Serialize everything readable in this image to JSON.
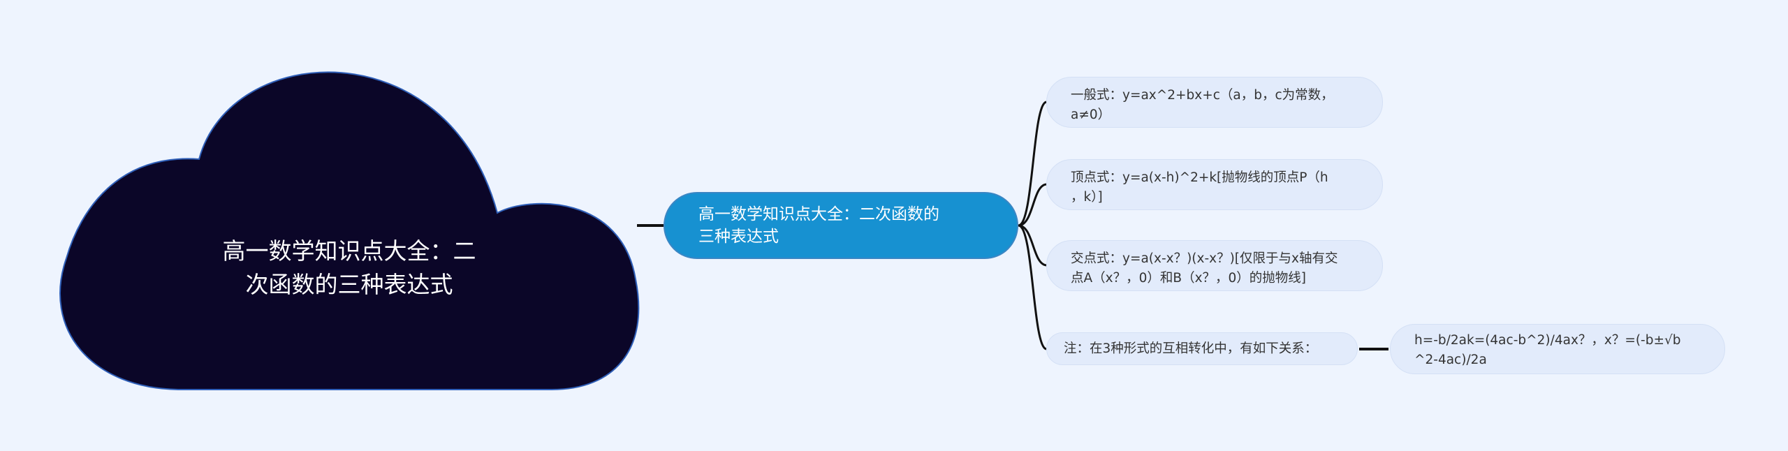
{
  "root": {
    "title": "高一数学知识点大全：二次函数的三种表达式",
    "title_line1": "高一数学知识点大全：二",
    "title_line2": "次函数的三种表达式"
  },
  "main": {
    "label_line1": "高一数学知识点大全：二次函数的",
    "label_line2": "三种表达式"
  },
  "branches": [
    {
      "line1": "一般式：y=ax^2+bx+c（a，b，c为常数，",
      "line2": "a≠0）"
    },
    {
      "line1": "顶点式：y=a(x-h)^2+k[抛物线的顶点P（h",
      "line2": "，k）]"
    },
    {
      "line1": "交点式：y=a(x-x？)(x-x？)[仅限于与x轴有交",
      "line2": "点A（x？，0）和B（x？，0）的抛物线]"
    },
    {
      "line1": "注：在3种形式的互相转化中，有如下关系："
    }
  ],
  "leaf": {
    "line1": "h=-b/2ak=(4ac-b^2)/4ax？，x？=(-b±√b",
    "line2": "^2-4ac)/2a"
  },
  "colors": {
    "background": "#eef4fe",
    "root_fill": "#0b0628",
    "main_fill": "#1791d1",
    "branch_fill": "#e2ebfb",
    "connector": "#111111"
  }
}
